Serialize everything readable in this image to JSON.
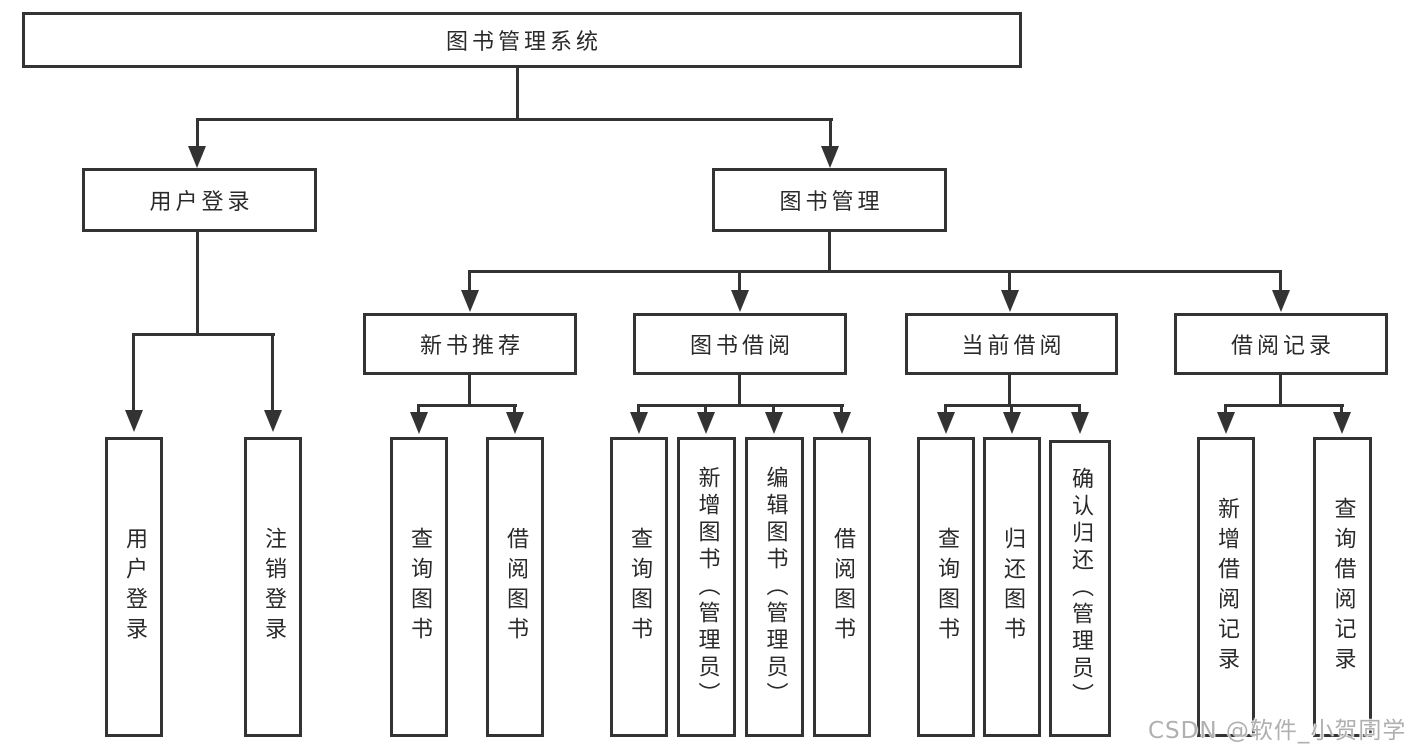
{
  "tree": {
    "root": "图书管理系统",
    "groups": {
      "user_login": {
        "label": "用户登录",
        "children": [
          "用户登录",
          "注销登录"
        ]
      },
      "book_mgmt": {
        "label": "图书管理"
      },
      "new_book": {
        "label": "新书推荐",
        "children": [
          "查询图书",
          "借阅图书"
        ]
      },
      "book_borrow": {
        "label": "图书借阅",
        "children": [
          "查询图书",
          "新增图书（管理员）",
          "编辑图书（管理员）",
          "借阅图书"
        ]
      },
      "current_borrow": {
        "label": "当前借阅",
        "children": [
          "查询图书",
          "归还图书",
          "确认归还（管理员）"
        ]
      },
      "borrow_record": {
        "label": "借阅记录",
        "children": [
          "新增借阅记录",
          "查询借阅记录"
        ]
      }
    }
  },
  "watermark": "CSDN @软件_小贺同学",
  "colors": {
    "line": "#333333",
    "text": "#2a2a2a",
    "background": "#ffffff",
    "watermark": "#b0b0b0"
  }
}
